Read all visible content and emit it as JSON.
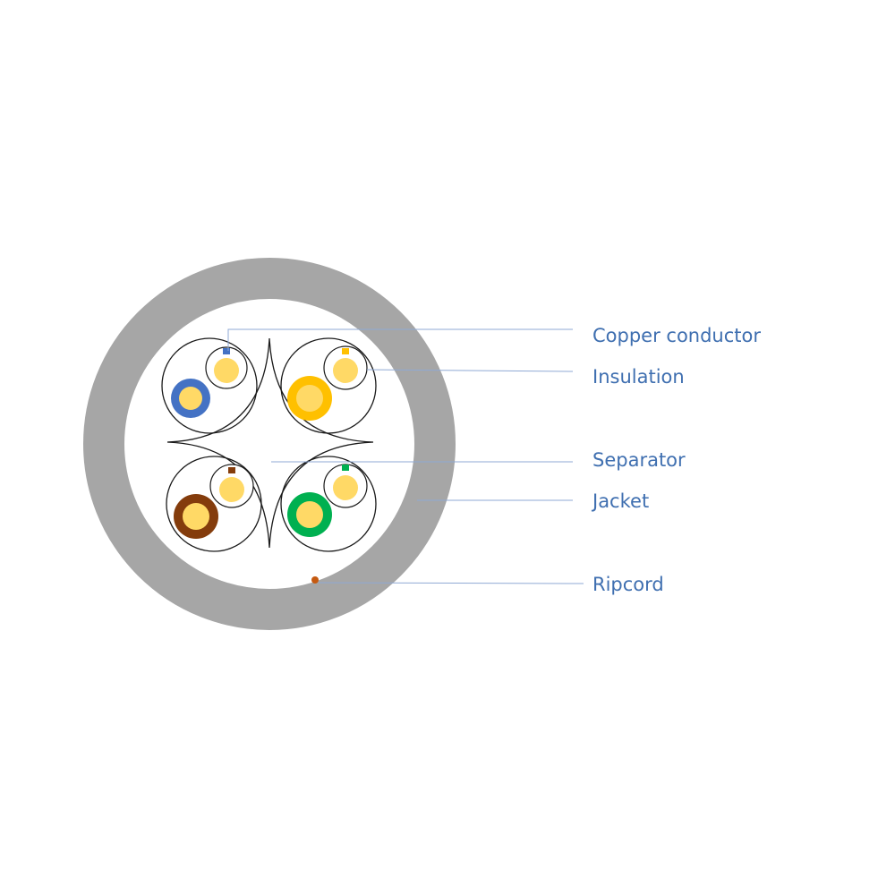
{
  "diagram": {
    "labels": {
      "copper_conductor": "Copper conductor",
      "insulation": "Insulation",
      "separator": "Separator",
      "jacket": "Jacket",
      "ripcord": "Ripcord"
    },
    "colors": {
      "label_text": "#3f6fb0",
      "leader_line": "#8fa9d4",
      "jacket": "#a6a6a6",
      "conductor": "#ffd966",
      "pair_blue": "#4472c4",
      "pair_orange": "#ffc000",
      "pair_brown": "#843c0c",
      "pair_green": "#00b050",
      "ripcord": "#c55a11",
      "outline": "#1a1a1a"
    },
    "pairs": [
      {
        "name": "blue-pair",
        "color_key": "pair_blue"
      },
      {
        "name": "orange-pair",
        "color_key": "pair_orange"
      },
      {
        "name": "brown-pair",
        "color_key": "pair_brown"
      },
      {
        "name": "green-pair",
        "color_key": "pair_green"
      }
    ]
  }
}
